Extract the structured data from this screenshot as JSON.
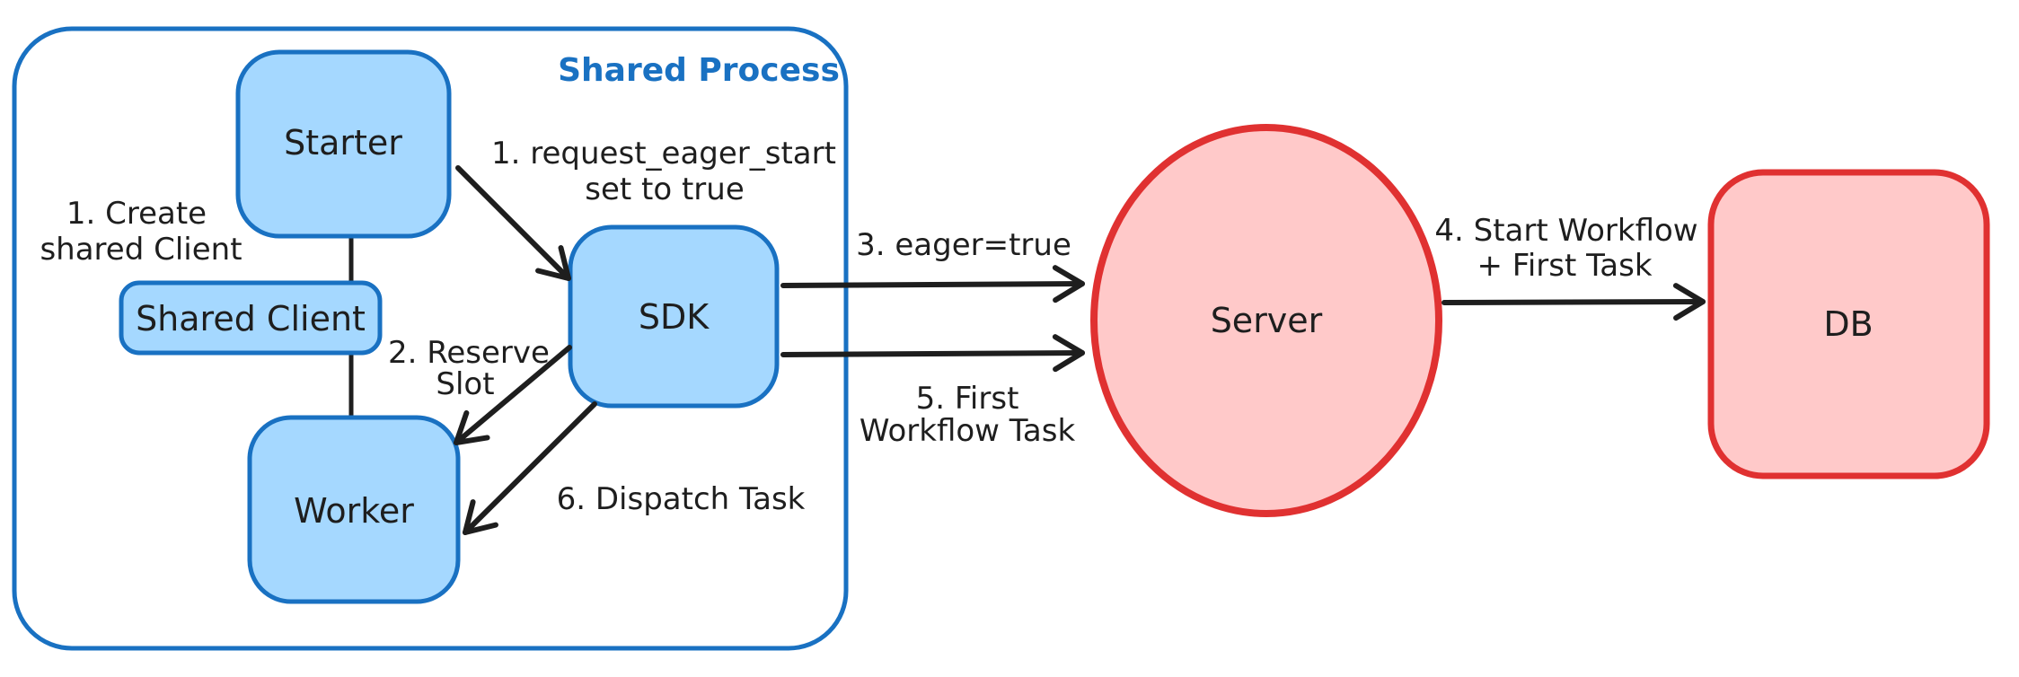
{
  "diagram": {
    "title": "Eager workflow start diagram",
    "colors": {
      "background": "#ffffff",
      "ink": "#1e1e1e",
      "blue_stroke": "#1971c2",
      "blue_fill": "#a5d8ff",
      "red_stroke": "#e03131",
      "red_fill": "#ffc9c9"
    }
  },
  "container": {
    "label": "Shared Process"
  },
  "nodes": {
    "starter": {
      "label": "Starter"
    },
    "shared_client": {
      "label": "Shared Client"
    },
    "worker": {
      "label": "Worker"
    },
    "sdk": {
      "label": "SDK"
    },
    "server": {
      "label": "Server"
    },
    "db": {
      "label": "DB"
    }
  },
  "annotations": {
    "create_shared_client": {
      "line1": "1. Create",
      "line2": "shared Client"
    },
    "request_eager_start": {
      "line1": "1. request_eager_start",
      "line2": "set to true"
    },
    "reserve_slot": {
      "line1": "2. Reserve",
      "line2": "Slot"
    },
    "eager_true": {
      "text": "3. eager=true"
    },
    "start_workflow": {
      "line1": "4. Start Workflow",
      "line2": "+ First Task"
    },
    "first_workflow_task": {
      "line1": "5. First",
      "line2": "Workflow Task"
    },
    "dispatch_task": {
      "text": "6. Dispatch Task"
    }
  }
}
